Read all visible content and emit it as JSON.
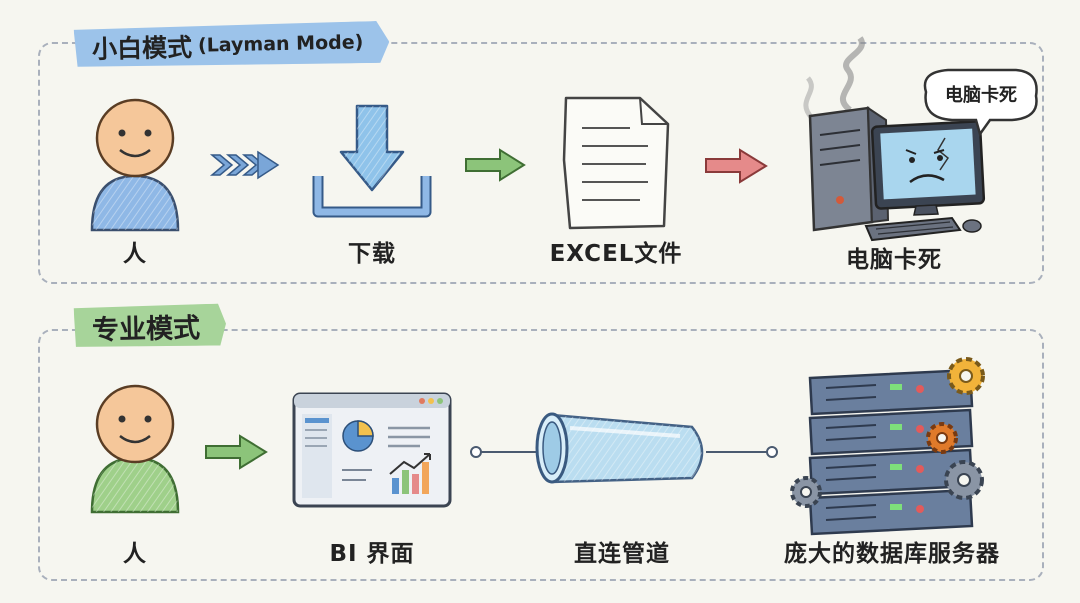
{
  "layman": {
    "title": "小白模式",
    "subtitle": "(Layman Mode)",
    "person_label": "人",
    "download_label": "下载",
    "excel_label": "EXCEL文件",
    "crash_label": "电脑卡死",
    "bubble_text": "电脑卡死"
  },
  "pro": {
    "title": "专业模式",
    "person_label": "人",
    "bi_label": "BI 界面",
    "pipe_label": "直连管道",
    "server_label": "庞大的数据库服务器"
  },
  "colors": {
    "blue_banner": "#9cc3ea",
    "green_banner": "#a7d49a",
    "blue_arrow": "#7aa6d8",
    "green_arrow": "#8cc47a",
    "red_arrow": "#e58a8a"
  }
}
